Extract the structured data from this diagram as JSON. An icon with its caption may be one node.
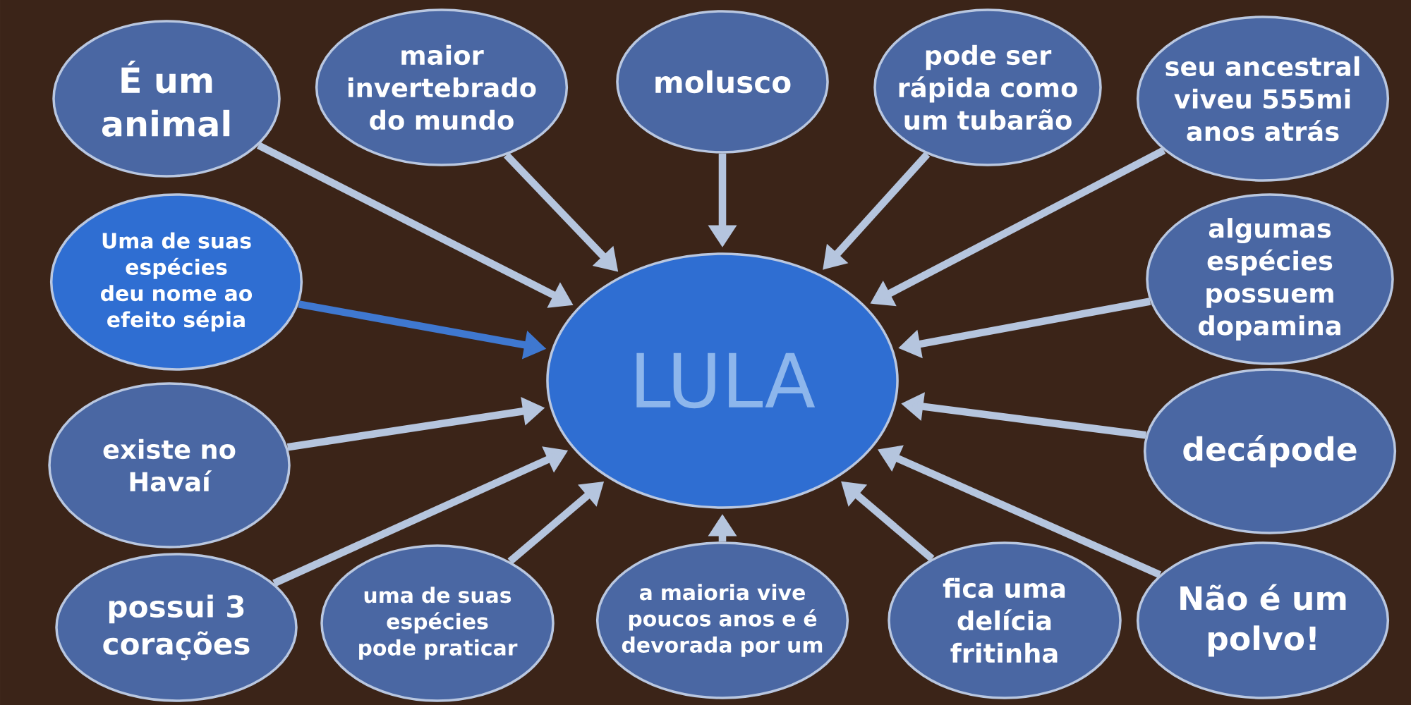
{
  "diagram": {
    "nodes": [
      {
        "text": [
          "É um animal"
        ]
      },
      {
        "text": [
          "maior invertebrado do mundo"
        ]
      },
      {
        "text": [
          "molusco"
        ]
      },
      {
        "text": [
          "pode ser rápida como um tubarão"
        ]
      },
      {
        "text": [
          "seu ancestral viveu 555mi anos atrás"
        ]
      },
      {
        "text": [
          "Uma de suas espécies deu nome ao efeito sépia"
        ]
      },
      {
        "text": [
          "algumas espécies possuem dopamina"
        ]
      },
      {
        "text": [
          "LULA"
        ]
      },
      {
        "text": [
          "existe no Havaí"
        ]
      },
      {
        "text": [
          "decápode"
        ]
      },
      {
        "text": [
          "possui 3 corações"
        ]
      },
      {
        "text": [
          "uma de suas espécies pode praticar"
        ]
      },
      {
        "text": [
          "a maioria vive poucos anos e é devorada por um"
        ]
      },
      {
        "text": [
          "fica uma delícia fritinha"
        ]
      },
      {
        "text": [
          "Não é um polvo!"
        ]
      }
    ],
    "edges": [
      {
        "from": 0,
        "to": 7,
        "arrow": "to"
      },
      {
        "from": 1,
        "to": 7,
        "arrow": "to"
      },
      {
        "from": 2,
        "to": 7,
        "arrow": "to"
      },
      {
        "from": 3,
        "to": 7,
        "arrow": "to"
      },
      {
        "from": 4,
        "to": 7,
        "arrow": "to"
      },
      {
        "from": 5,
        "to": 7,
        "arrow": "to",
        "color": "#3f78d0"
      },
      {
        "from": 6,
        "to": 7,
        "arrow": "to"
      },
      {
        "from": 8,
        "to": 7,
        "arrow": "to"
      },
      {
        "from": 9,
        "to": 7,
        "arrow": "to"
      },
      {
        "from": 10,
        "to": 7,
        "arrow": "to"
      },
      {
        "from": 11,
        "to": 7,
        "arrow": "to"
      },
      {
        "from": 12,
        "to": 7,
        "arrow": "to"
      },
      {
        "from": 13,
        "to": 7,
        "arrow": "to"
      },
      {
        "from": 14,
        "to": 7,
        "arrow": "to"
      }
    ]
  }
}
